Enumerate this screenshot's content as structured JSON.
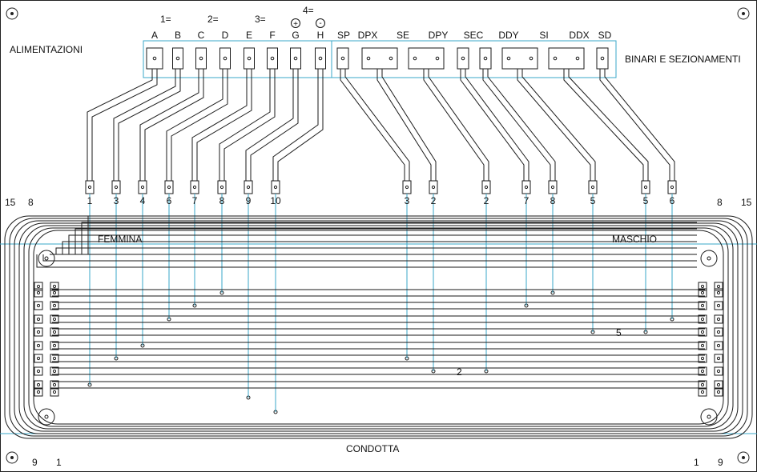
{
  "labels": {
    "power": "ALIMENTAZIONI",
    "tracks": "BINARI E SEZIONAMENTI",
    "female": "FEMMINA",
    "male": "MASCHIO",
    "pipe": "CONDOTTA"
  },
  "groups": [
    {
      "key": "g1",
      "text": "1="
    },
    {
      "key": "g2",
      "text": "2="
    },
    {
      "key": "g3",
      "text": "3="
    },
    {
      "key": "g4",
      "text": "4="
    }
  ],
  "polarity": {
    "plus": "+",
    "minus": "-"
  },
  "power_terminals": [
    "A",
    "B",
    "C",
    "D",
    "E",
    "F",
    "G",
    "H"
  ],
  "track_terminals": [
    "SP",
    "DPX",
    "SE",
    "DPY",
    "SEC",
    "DDY",
    "SI",
    "DDX",
    "SD"
  ],
  "left_pins": [
    "1",
    "3",
    "4",
    "6",
    "7",
    "8",
    "9",
    "10"
  ],
  "right_pins": [
    "3",
    "2",
    "2",
    "7",
    "8",
    "5",
    "5",
    "6"
  ],
  "corner_numbers": {
    "top_left_15": "15",
    "top_left_8": "8",
    "top_right_8": "8",
    "top_right_15": "15",
    "bottom_left_9": "9",
    "bottom_left_1": "1",
    "bottom_right_1": "1",
    "bottom_right_9": "9"
  },
  "bus_labels": {
    "five": "5",
    "two": "2"
  },
  "colors": {
    "trace": "#1a1a1a",
    "link": "#3aa7c9"
  }
}
